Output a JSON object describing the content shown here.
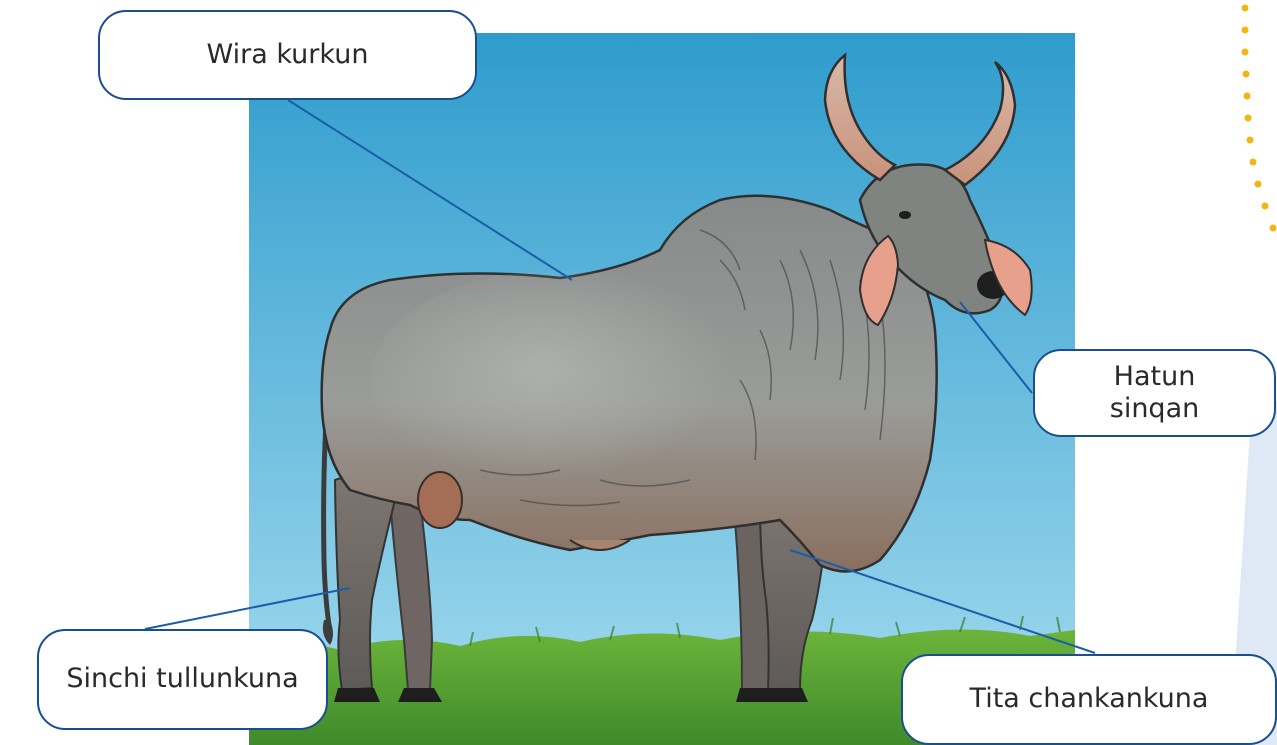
{
  "labels": {
    "back": "Wira kurkun",
    "neck_line1": "Hatun",
    "neck_line2": "sinqan",
    "hind_legs": "Sinchi tullunkuna",
    "front_legs": "Tita chankankuna"
  },
  "colors": {
    "sky_top": "#2f9ccd",
    "sky_bottom": "#9fd9ee",
    "grass": "#4f9a2f",
    "cow_body": "#8e9290",
    "horn": "#d6a58c",
    "line": "#1a5ea8",
    "box_border": "#1a4f8f",
    "dots": "#f2b614"
  },
  "icons": [
    "zebu-cow-illustration"
  ]
}
